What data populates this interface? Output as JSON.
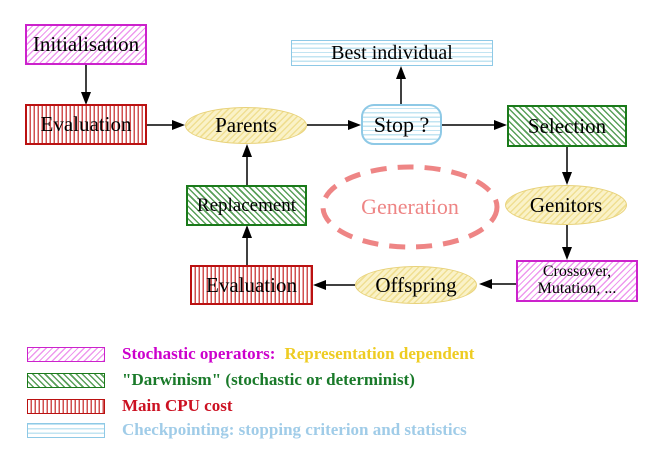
{
  "diagram": {
    "nodes": {
      "initialisation": {
        "label": "Initialisation"
      },
      "evaluation_top": {
        "label": "Evaluation"
      },
      "parents": {
        "label": "Parents"
      },
      "best_individual": {
        "label": "Best individual"
      },
      "stop": {
        "label": "Stop ?"
      },
      "selection": {
        "label": "Selection"
      },
      "genitors": {
        "label": "Genitors"
      },
      "crossover_mutation": {
        "line1": "Crossover,",
        "line2": "Mutation, ..."
      },
      "offspring": {
        "label": "Offspring"
      },
      "evaluation_bottom": {
        "label": "Evaluation"
      },
      "replacement": {
        "label": "Replacement"
      },
      "generation": {
        "label": "Generation"
      }
    },
    "colors": {
      "stochastic_magenta": "#cc22cc",
      "darwinism_green": "#1a7a1a",
      "cpu_red": "#bb1111",
      "checkpoint_cyan": "#8ec9e6",
      "population_yellow": "#e8d27a",
      "generation_coral": "#ee8585",
      "arrow_black": "#000000",
      "background": "#ffffff"
    }
  },
  "legend": {
    "items": [
      {
        "pattern": "magenta-diagonal-hatch",
        "label": "Stochastic operators:",
        "label2": "Representation dependent",
        "label_color": "#cc00cc",
        "label2_color": "#eecc22"
      },
      {
        "pattern": "green-diagonal-hatch",
        "label": "\"Darwinism\" (stochastic or determinist)",
        "label_color": "#1a7a2a"
      },
      {
        "pattern": "red-vertical-stripes",
        "label": "Main CPU cost",
        "label_color": "#cc1122"
      },
      {
        "pattern": "cyan-horizontal-stripes",
        "label": "Checkpointing: stopping criterion and statistics",
        "label_color": "#a0cce8"
      }
    ]
  }
}
